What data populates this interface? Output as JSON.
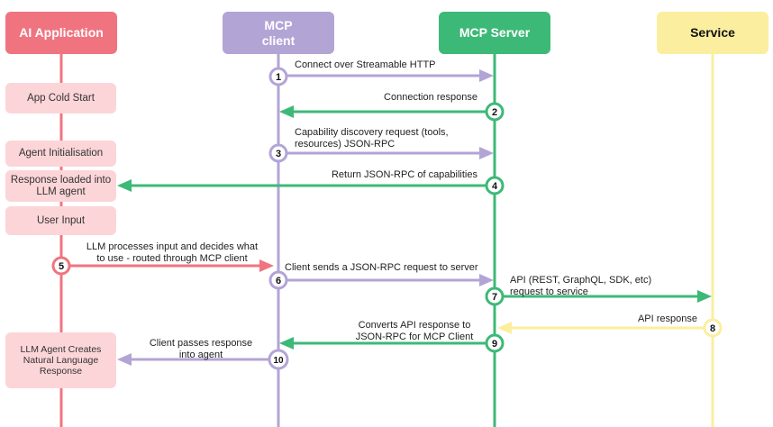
{
  "participants": {
    "ai_app": {
      "label": "AI Application",
      "color": "#f07480",
      "text_color": "#ffffff"
    },
    "mcp_client": {
      "label": "MCP\nclient",
      "color": "#b3a4d6",
      "text_color": "#ffffff"
    },
    "mcp_server": {
      "label": "MCP Server",
      "color": "#3db977",
      "text_color": "#ffffff"
    },
    "service": {
      "label": "Service",
      "color": "#fbef9f",
      "text_color": "#111111"
    }
  },
  "side_notes": {
    "cold_start": "App Cold Start",
    "agent_init": "Agent Initialisation",
    "response_loaded": "Response loaded into LLM agent",
    "user_input": "User Input",
    "llm_creates": "LLM Agent Creates Natural Language Response"
  },
  "messages": [
    {
      "step": "1",
      "text": "Connect over Streamable HTTP",
      "color": "#b3a4d6"
    },
    {
      "step": "2",
      "text": "Connection response",
      "color": "#3db977"
    },
    {
      "step": "3",
      "text": "Capability discovery request (tools,\nresources) JSON-RPC",
      "color": "#b3a4d6"
    },
    {
      "step": "4",
      "text": "Return JSON-RPC of capabilities",
      "color": "#3db977"
    },
    {
      "step": "5",
      "text": "LLM processes input and decides what\nto use - routed through MCP client",
      "color": "#f07480"
    },
    {
      "step": "6",
      "text": "Client sends a JSON-RPC request to server",
      "color": "#b3a4d6"
    },
    {
      "step": "7",
      "text": "API (REST, GraphQL, SDK, etc)\nrequest to service",
      "color": "#3db977"
    },
    {
      "step": "8",
      "text": "API response",
      "color": "#fbef9f"
    },
    {
      "step": "9",
      "text": "Converts API response to\nJSON-RPC for MCP Client",
      "color": "#3db977"
    },
    {
      "step": "10",
      "text": "Client passes response\ninto agent",
      "color": "#b3a4d6"
    }
  ]
}
